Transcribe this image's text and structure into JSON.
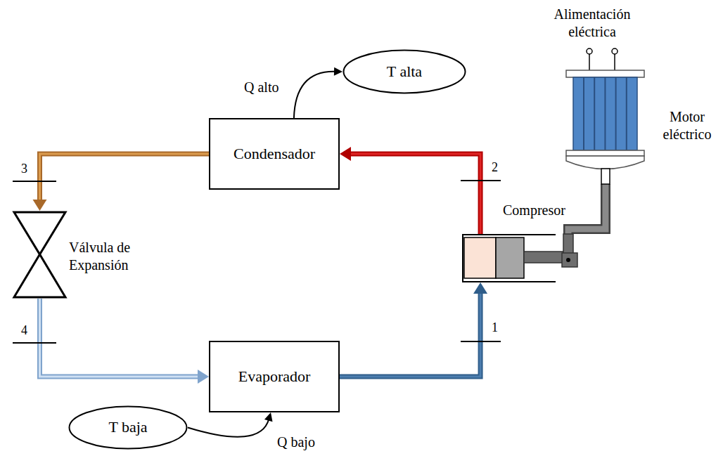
{
  "diagram": {
    "nodes": [
      {
        "text": [
          "Alimentación eléctrica",
          "Motor eléctrico"
        ]
      },
      {
        "text": [
          "T alta"
        ]
      },
      {
        "text": [
          "Condensador"
        ]
      },
      {
        "text": [
          "Válvula de Expansión"
        ]
      },
      {
        "text": [
          "Compresor"
        ]
      },
      {
        "text": [
          "Evaporador"
        ]
      },
      {
        "text": [
          "T baja"
        ]
      }
    ],
    "edges": [
      {
        "from": 2,
        "to": 1,
        "arrow": "to",
        "label": "Q alto"
      },
      {
        "from": 4,
        "to": 2,
        "arrow": "to"
      },
      {
        "from": 2,
        "to": 3,
        "arrow": "to"
      },
      {
        "from": 3,
        "to": 5,
        "arrow": "to"
      },
      {
        "from": 5,
        "to": 4,
        "arrow": "to"
      },
      {
        "from": 6,
        "to": 5,
        "arrow": "to",
        "label": "Q bajo"
      },
      {
        "from": 0,
        "to": 4,
        "arrow": "none"
      }
    ],
    "labels": [
      "3",
      "2",
      "4",
      "1"
    ]
  }
}
